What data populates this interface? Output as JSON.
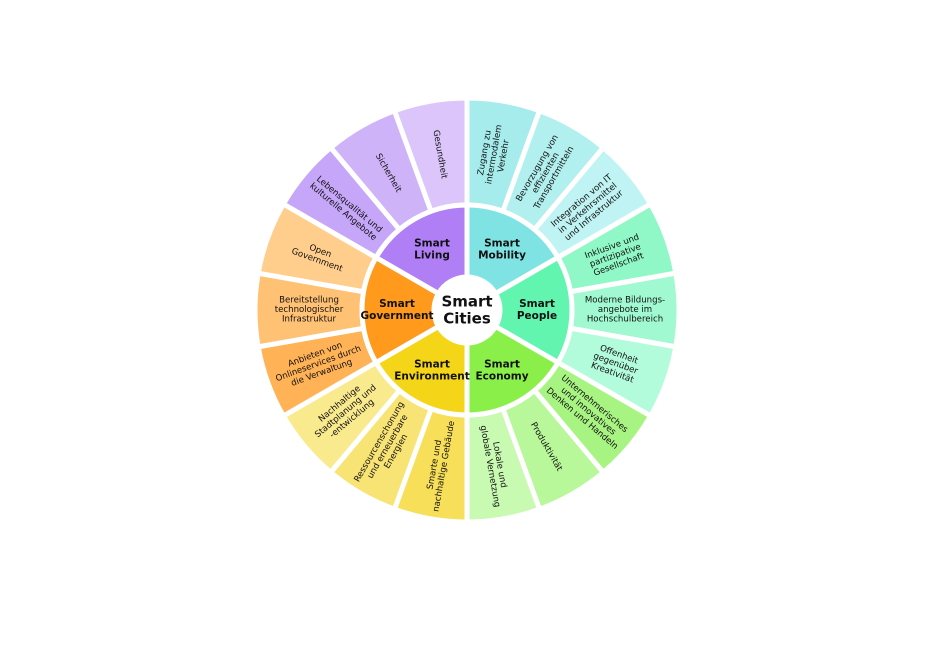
{
  "center": {
    "lines": [
      "Smart",
      "Cities"
    ]
  },
  "categories": [
    {
      "name": [
        "Smart",
        "Mobility"
      ],
      "color": "#7fe3e3",
      "items": [
        {
          "lines": [
            "Zugang zu",
            "intermodalem",
            "Verkehr"
          ],
          "color": "#a6ecec"
        },
        {
          "lines": [
            "Bevorzugung von",
            "effizienten",
            "Transportmitteln"
          ],
          "color": "#b2efef"
        },
        {
          "lines": [
            "Integration von IT",
            "in Verkehrsmittel",
            "und Infrastruktur"
          ],
          "color": "#c0f3f3"
        }
      ]
    },
    {
      "name": [
        "Smart",
        "People"
      ],
      "color": "#62f5b0",
      "items": [
        {
          "lines": [
            "Inklusive und",
            "partizipative",
            "Gesellschaft"
          ],
          "color": "#90f8c6"
        },
        {
          "lines": [
            "Moderne Bildungs-",
            "angebote im",
            "Hochschulbereich"
          ],
          "color": "#a0f9d0"
        },
        {
          "lines": [
            "Offenheit",
            "gegenüber",
            "Kreativität"
          ],
          "color": "#b2fbdb"
        }
      ]
    },
    {
      "name": [
        "Smart",
        "Economy"
      ],
      "color": "#8aef48",
      "items": [
        {
          "lines": [
            "Unternehmerisches",
            "und innovatives",
            "Denken und Handeln"
          ],
          "color": "#a8f482"
        },
        {
          "lines": [
            "Produktivität"
          ],
          "color": "#b8f89a"
        },
        {
          "lines": [
            "Lokale und",
            "globale Vernetzung"
          ],
          "color": "#c8fab2"
        }
      ]
    },
    {
      "name": [
        "Smart",
        "Environment"
      ],
      "color": "#f5d518",
      "items": [
        {
          "lines": [
            "Smarte und",
            "nachhaltige Gebäude"
          ],
          "color": "#f7df5a"
        },
        {
          "lines": [
            "Ressourcenschonung",
            "und erneuerbare",
            "Energien"
          ],
          "color": "#f8e474"
        },
        {
          "lines": [
            "Nachhaltige",
            "Stadtplanung und",
            "-entwicklung"
          ],
          "color": "#faea8e"
        }
      ]
    },
    {
      "name": [
        "Smart",
        "Government"
      ],
      "color": "#ff9a1c",
      "items": [
        {
          "lines": [
            "Anbieten von",
            "Onlineservices durch",
            "die Verwaltung"
          ],
          "color": "#ffb256"
        },
        {
          "lines": [
            "Bereitstellung",
            "technologischer",
            "Infrastruktur"
          ],
          "color": "#ffc173"
        },
        {
          "lines": [
            "Open",
            "Government"
          ],
          "color": "#ffcd8c"
        }
      ]
    },
    {
      "name": [
        "Smart",
        "Living"
      ],
      "color": "#b07ff5",
      "items": [
        {
          "lines": [
            "Lebensqualität und",
            "kulturelle Angebote"
          ],
          "color": "#c6a6f8"
        },
        {
          "lines": [
            "Sicherheit"
          ],
          "color": "#cfb3f9"
        },
        {
          "lines": [
            "Gesundheit"
          ],
          "color": "#dbc5fb"
        }
      ]
    }
  ]
}
